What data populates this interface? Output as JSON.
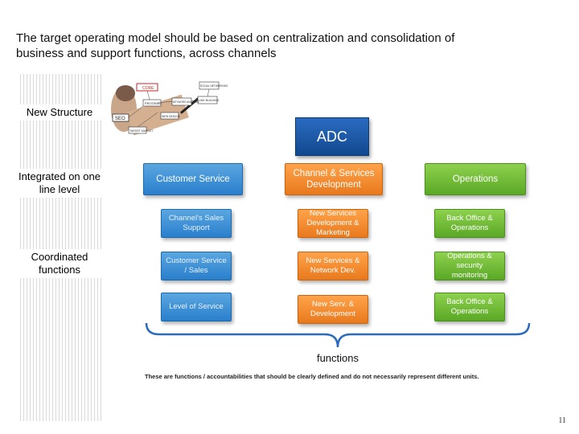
{
  "title": "The target operating model should be based on centralization and consolidation of business and support functions, across channels",
  "row_labels": {
    "structure": "New Structure",
    "integrated": "Integrated on one line level",
    "coordinated": "Coordinated functions"
  },
  "photo_labels": [
    "CORE",
    "PROGRAM",
    "SEO",
    "TARGET MARKET",
    "WEB DESIGN",
    "LINK BUILDING",
    "SOCIAL NETWORKING",
    "KEYWORD ANALYSIS"
  ],
  "adc_label": "ADC",
  "columns": {
    "customer_service": {
      "header": "Customer Service",
      "items": [
        "Channel's Sales Support",
        "Customer Service / Sales",
        "Level of Service"
      ]
    },
    "channel_services": {
      "header": "Channel & Services Development",
      "items": [
        "New Services Development & Marketing",
        "New Services & Network Dev.",
        "New Serv. & Development"
      ]
    },
    "operations": {
      "header": "Operations",
      "items": [
        "Back Office & Operations",
        "Operations & security monitoring",
        "Back Office & Operations"
      ]
    }
  },
  "colors": {
    "blue": "#2a7fcc",
    "orange": "#e9791d",
    "green": "#5aa826",
    "navy": "#12498f"
  },
  "functions_label": "functions",
  "note": "These are functions / accountabilities that should be clearly defined and do not necessarily represent different units.",
  "page_number": "11"
}
